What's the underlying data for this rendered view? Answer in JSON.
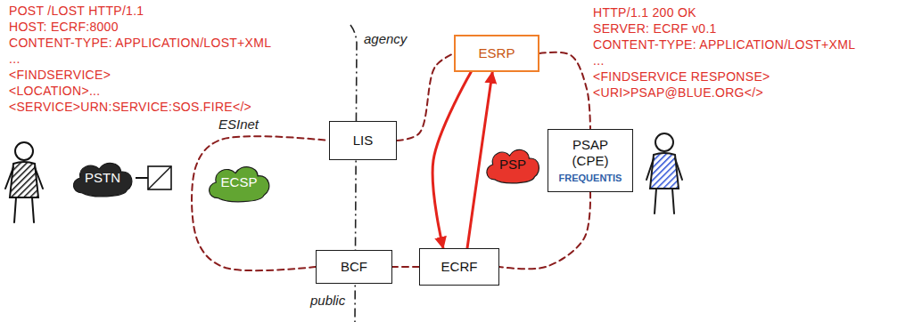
{
  "diagram": {
    "nodes": [
      {
        "text": [
          "PSTN"
        ]
      },
      {
        "text": [
          "ECSP"
        ]
      },
      {
        "text": [
          "LIS"
        ]
      },
      {
        "text": [
          "ESRP"
        ]
      },
      {
        "text": [
          "PSP"
        ]
      },
      {
        "text": [
          "PSAP (CPE)",
          "FREQUENTIS"
        ]
      },
      {
        "text": [
          "BCF"
        ]
      },
      {
        "text": [
          "ECRF"
        ]
      }
    ],
    "edges": [
      {
        "from": 2,
        "to": 3,
        "arrow": "none"
      },
      {
        "from": 3,
        "to": 5,
        "arrow": "none"
      },
      {
        "from": 5,
        "to": 7,
        "arrow": "none"
      },
      {
        "from": 7,
        "to": 6,
        "arrow": "none"
      },
      {
        "from": 6,
        "to": 2,
        "arrow": "none"
      },
      {
        "from": 3,
        "to": 7,
        "arrow": "to"
      },
      {
        "from": 7,
        "to": 3,
        "arrow": "to"
      }
    ],
    "labels": [
      "POST /LOST HTTP/1.1",
      "HOST: ECRF:8000",
      "CONTENT-TYPE: APPLICATION/LOST+XML",
      "...",
      "<FINDSERVICE>",
      "<LOCATION>...",
      "<SERVICE>URN:SERVICE:SOS.FIRE</>",
      "HTTP/1.1 200 OK",
      "SERVER: ECRF v0.1",
      "CONTENT-TYPE: APPLICATION/LOST+XML",
      "...",
      "<FINDSERVICE RESPONSE>",
      "<URI>PSAP@BLUE.ORG</>",
      "agency",
      "ESInet",
      "public"
    ]
  }
}
